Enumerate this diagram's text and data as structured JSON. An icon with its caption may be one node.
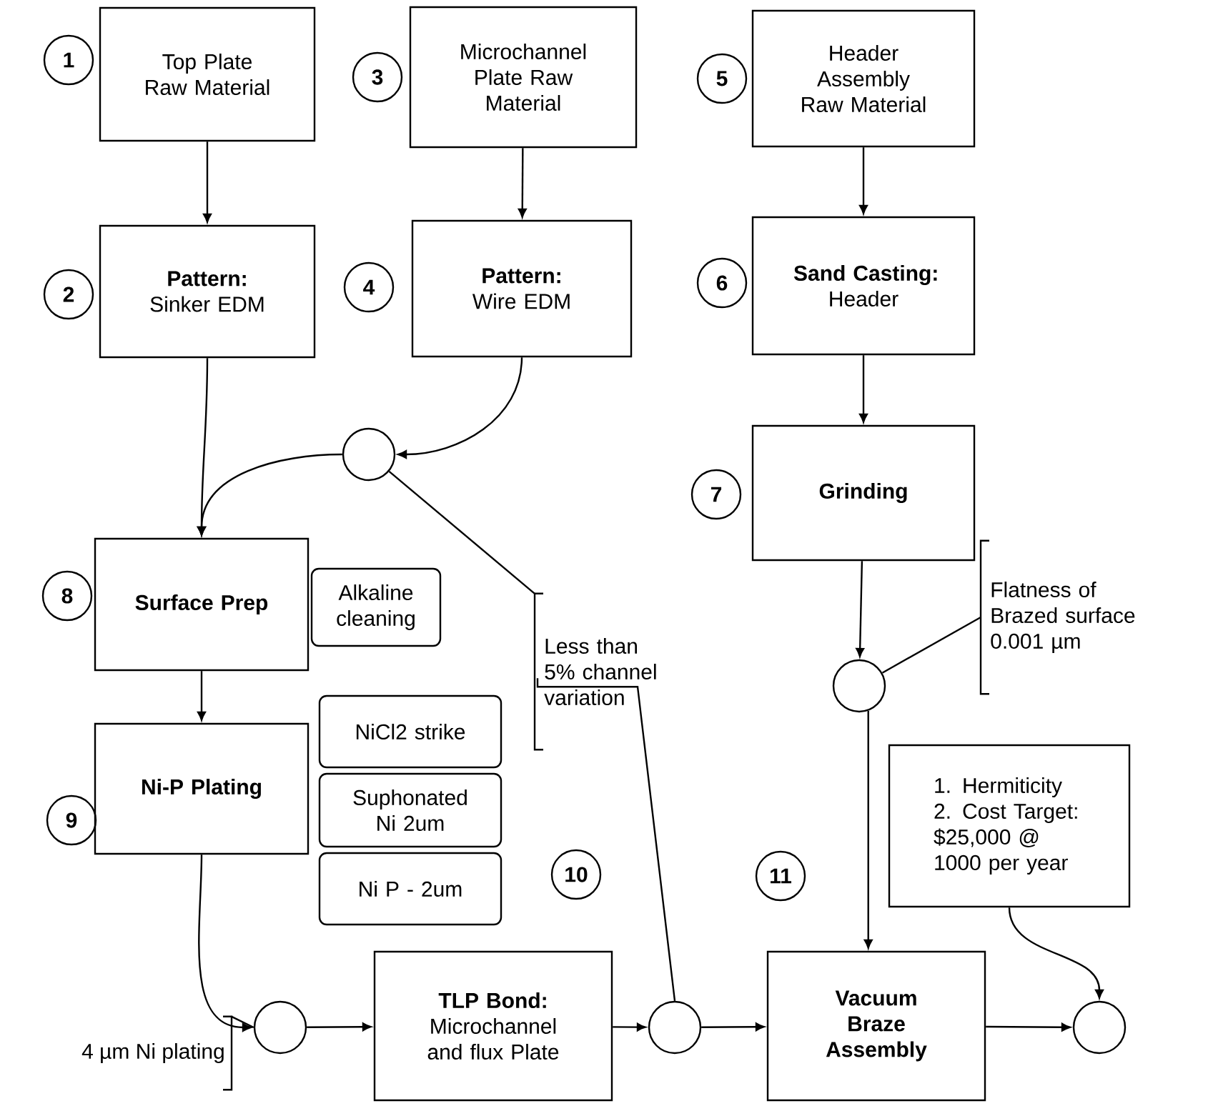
{
  "diagram": {
    "nodes": [
      {
        "text": [
          "Top Plate Raw Material"
        ]
      },
      {
        "text": [
          "Pattern:",
          "Sinker EDM"
        ]
      },
      {
        "text": [
          "Microchannel Plate Raw Material"
        ]
      },
      {
        "text": [
          "Pattern:",
          "Wire EDM"
        ]
      },
      {
        "text": [
          "Header Assembly Raw Material"
        ]
      },
      {
        "text": [
          "Sand Casting:",
          "Header"
        ]
      },
      {
        "text": [
          "Grinding"
        ]
      },
      {
        "text": [],
        "shape": "circle"
      },
      {
        "text": [
          "Surface Prep"
        ]
      },
      {
        "text": [
          "Alkaline cleaning"
        ]
      },
      {
        "text": [
          "Ni-P Plating"
        ]
      },
      {
        "text": [
          "NiCl2 strike"
        ]
      },
      {
        "text": [
          "Suphonated Ni 2um"
        ]
      },
      {
        "text": [
          "Ni P - 2um"
        ]
      },
      {
        "text": [],
        "shape": "circle"
      },
      {
        "text": [
          "TLP Bond:",
          "Microchannel and flux Plate"
        ]
      },
      {
        "text": [],
        "shape": "circle"
      },
      {
        "text": [
          "Vacuum Braze Assembly"
        ]
      },
      {
        "text": [],
        "shape": "circle"
      },
      {
        "text": [
          "1. Hermiticity",
          "2. Cost Target: $25,000 @ 1000 per year"
        ]
      },
      {
        "text": [],
        "shape": "circle"
      },
      {
        "text": [
          "Less than 5% channel variation"
        ]
      },
      {
        "text": [
          "Flatness of Brazed surface 0.001 µm"
        ]
      },
      {
        "text": [
          "4 µm Ni plating"
        ]
      },
      {
        "text": [
          "1"
        ]
      },
      {
        "text": [
          "2"
        ]
      },
      {
        "text": [
          "3"
        ]
      },
      {
        "text": [
          "4"
        ]
      },
      {
        "text": [
          "5"
        ]
      },
      {
        "text": [
          "6"
        ]
      },
      {
        "text": [
          "7"
        ]
      },
      {
        "text": [
          "8"
        ]
      },
      {
        "text": [
          "9"
        ]
      },
      {
        "text": [
          "10"
        ]
      },
      {
        "text": [
          "11"
        ]
      }
    ],
    "edges": [
      {
        "from": 0,
        "to": 1,
        "arrow": "to"
      },
      {
        "from": 2,
        "to": 3,
        "arrow": "to"
      },
      {
        "from": 4,
        "to": 5,
        "arrow": "to"
      },
      {
        "from": 5,
        "to": 6,
        "arrow": "to"
      },
      {
        "from": 3,
        "to": 7,
        "arrow": "to"
      },
      {
        "from": 1,
        "to": 8,
        "arrow": "to"
      },
      {
        "from": 7,
        "to": 8,
        "arrow": "to"
      },
      {
        "from": 8,
        "to": 10,
        "arrow": "to"
      },
      {
        "from": 10,
        "to": 14,
        "arrow": "to"
      },
      {
        "from": 14,
        "to": 15,
        "arrow": "to"
      },
      {
        "from": 15,
        "to": 16,
        "arrow": "to"
      },
      {
        "from": 16,
        "to": 17,
        "arrow": "to"
      },
      {
        "from": 6,
        "to": 18,
        "arrow": "to"
      },
      {
        "from": 18,
        "to": 17,
        "arrow": "to"
      },
      {
        "from": 17,
        "to": 20,
        "arrow": "to"
      },
      {
        "from": 19,
        "to": 20,
        "arrow": "to"
      },
      {
        "from": 21,
        "to": 7,
        "arrow": "none"
      },
      {
        "from": 21,
        "to": 16,
        "arrow": "none"
      },
      {
        "from": 22,
        "to": 18,
        "arrow": "none"
      },
      {
        "from": 23,
        "to": 14,
        "arrow": "none"
      }
    ]
  }
}
